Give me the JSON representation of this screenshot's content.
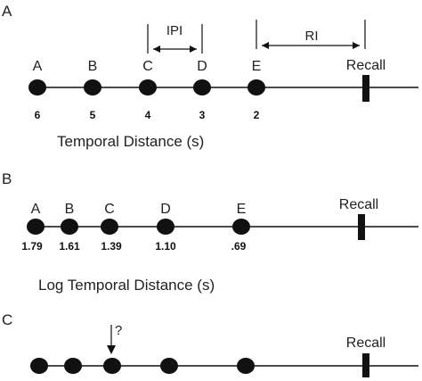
{
  "panel_a": {
    "letter": "A",
    "items": [
      {
        "label": "A",
        "value": "6"
      },
      {
        "label": "B",
        "value": "5"
      },
      {
        "label": "C",
        "value": "4"
      },
      {
        "label": "D",
        "value": "3"
      },
      {
        "label": "E",
        "value": "2"
      }
    ],
    "ipi_label": "IPI",
    "ri_label": "RI",
    "recall_label": "Recall",
    "caption": "Temporal Distance (s)"
  },
  "panel_b": {
    "letter": "B",
    "items": [
      {
        "label": "A",
        "value": "1.79"
      },
      {
        "label": "B",
        "value": "1.61"
      },
      {
        "label": "C",
        "value": "1.39"
      },
      {
        "label": "D",
        "value": "1.10"
      },
      {
        "label": "E",
        "value": ".69"
      }
    ],
    "recall_label": "Recall",
    "caption": "Log Temporal Distance (s)"
  },
  "panel_c": {
    "letter": "C",
    "probe_label": "?",
    "recall_label": "Recall"
  }
}
